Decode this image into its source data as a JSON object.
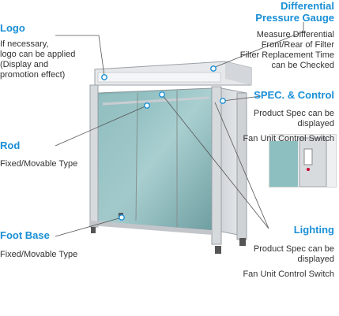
{
  "annotations": {
    "logo": {
      "title": "Logo",
      "desc": [
        "If necessary,",
        "logo can be applied",
        "(Display and",
        "promotion effect)"
      ]
    },
    "gauge": {
      "title": [
        "Differential",
        "Pressure Gauge"
      ],
      "desc": [
        "Measure Differential",
        "Front/Rear of Filter",
        "Filter Replacement Time",
        "can be Checked"
      ]
    },
    "spec": {
      "title": "SPEC. & Control",
      "desc": [
        "Product Spec can be",
        "displayed",
        "Fan Unit Control Switch"
      ]
    },
    "rod": {
      "title": "Rod",
      "desc": "Fixed/Movable Type"
    },
    "foot": {
      "title": "Foot Base",
      "desc": "Fixed/Movable Type"
    },
    "lighting": {
      "title": "Lighting",
      "desc": [
        "Product Spec can be",
        "displayed",
        "Fan Unit Control Switch"
      ]
    }
  },
  "colors": {
    "accent": "#1a8fd6",
    "text": "#333333",
    "leader": "#555555"
  }
}
